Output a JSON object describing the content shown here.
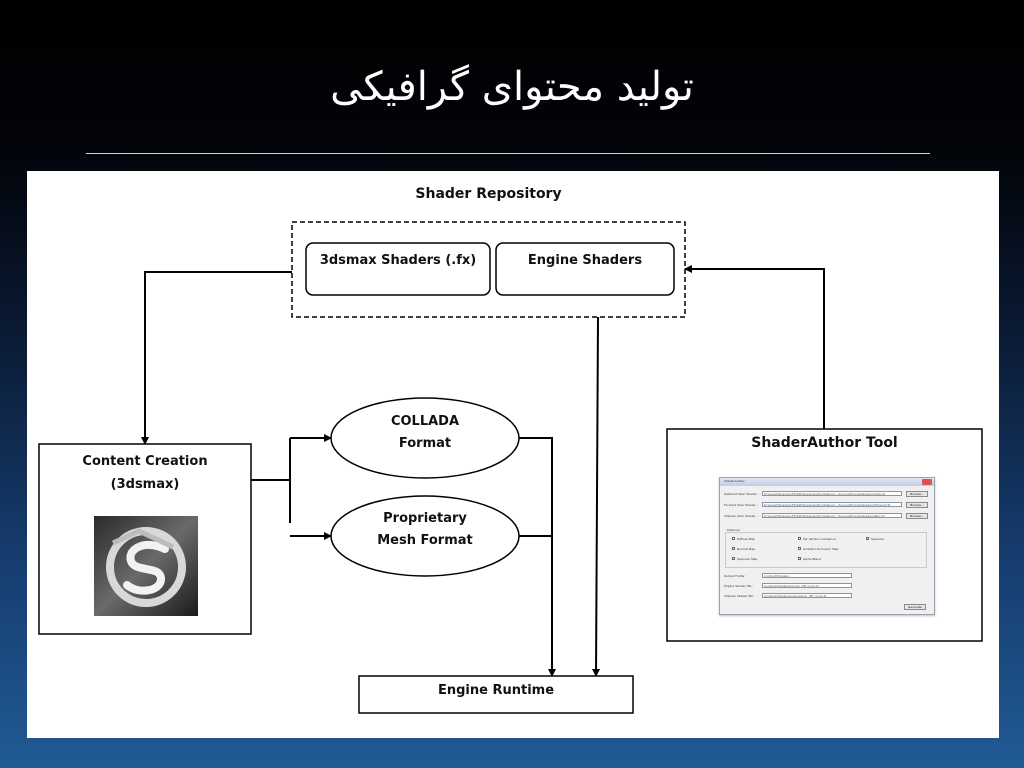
{
  "slide": {
    "title": "تولید محتوای گرافیکی",
    "background_top": "#000000",
    "background_bottom": "#215a95"
  },
  "diagram": {
    "repository_label": "Shader Repository",
    "max_shaders_label": "3dsmax Shaders (.fx)",
    "engine_shaders_label": "Engine Shaders",
    "content_creation_line1": "Content Creation",
    "content_creation_line2": "(3dsmax)",
    "collada_line1": "COLLADA",
    "collada_line2": "Format",
    "proprietary_line1": "Proprietary",
    "proprietary_line2": "Mesh Format",
    "engine_runtime_label": "Engine Runtime",
    "shaderauthor_label": "ShaderAuthor Tool"
  },
  "shaderauthor_window": {
    "title": "ShaderAuthor",
    "deferred_label": "Deferred Uber Shader :",
    "deferred_value": "D:\\Graph\\Shaders\\FX\\SRI\\ShaderAuthor\\Debug\\...\\Source\\Engine\\Shaders\\Uber.fx",
    "forward_label": "Forward Uber Shader :",
    "forward_value": "D:\\Graph\\Shaders\\FX\\SRI\\ShaderAuthor\\Debug\\...\\Source\\Engine\\Shaders\\Forward.fx",
    "max_label": "3dsmax Uber Shader :",
    "max_value": "D:\\Graph\\Shaders\\FX\\SRI\\ShaderAuthor\\Debug\\...\\Source\\Engine\\Shaders\\Max.fx",
    "browse_label": "Browse...",
    "features_label": "Features",
    "diffuse_map": "Diffuse Map",
    "per_vertex_luminance": "Per Vertex Luminance",
    "specular": "Specular",
    "normal_map": "Normal Map",
    "ambient_occlusion_map": "Ambient Occlusion Map",
    "specular_map": "Specular Map",
    "alpha_blend": "Alpha Blend",
    "output_folder_label": "Output Folder :",
    "output_folder_value": "Content\\Shaders",
    "engine_shader_file_label": "Engine Shader file :",
    "engine_shader_file_value": "Content\\Shaders\\phong_diff_norm.fx",
    "max_shader_file_label": "3dsmax Shader file :",
    "max_shader_file_value": "Content\\Shaders\\max\\phong_diff_norm.fx",
    "generate_label": "Generate"
  }
}
